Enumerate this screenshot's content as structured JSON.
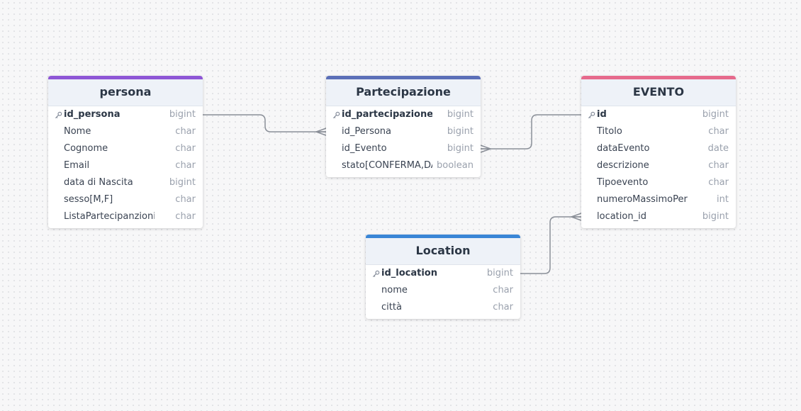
{
  "colors": {
    "persona": "#8e56d6",
    "partecipazione": "#5b6fb8",
    "evento": "#e66a8c",
    "location": "#3a86d6",
    "connector": "#8a8f98"
  },
  "tables": {
    "persona": {
      "title": "persona",
      "columns": [
        {
          "name": "id_persona",
          "type": "bigint",
          "pk": true
        },
        {
          "name": "Nome",
          "type": "char"
        },
        {
          "name": "Cognome",
          "type": "char"
        },
        {
          "name": "Email",
          "type": "char"
        },
        {
          "name": "data di Nascita",
          "type": "bigint"
        },
        {
          "name": "sesso[M,F]",
          "type": "char"
        },
        {
          "name": "ListaPartecipanzioni",
          "type": "char"
        }
      ]
    },
    "partecipazione": {
      "title": "Partecipazione",
      "columns": [
        {
          "name": "id_partecipazione",
          "type": "bigint",
          "pk": true
        },
        {
          "name": "id_Persona",
          "type": "bigint"
        },
        {
          "name": "id_Evento",
          "type": "bigint"
        },
        {
          "name": "stato[CONFERMA,DA",
          "type": "boolean"
        }
      ]
    },
    "evento": {
      "title": "EVENTO",
      "columns": [
        {
          "name": "id",
          "type": "bigint",
          "pk": true
        },
        {
          "name": "Titolo",
          "type": "char"
        },
        {
          "name": "dataEvento",
          "type": "date"
        },
        {
          "name": "descrizione",
          "type": "char"
        },
        {
          "name": "Tipoevento",
          "type": "char"
        },
        {
          "name": "numeroMassimoPersone",
          "type": "int"
        },
        {
          "name": "location_id",
          "type": "bigint"
        }
      ]
    },
    "location": {
      "title": "Location",
      "columns": [
        {
          "name": "id_location",
          "type": "bigint",
          "pk": true
        },
        {
          "name": "nome",
          "type": "char"
        },
        {
          "name": "città",
          "type": "char"
        }
      ]
    }
  }
}
